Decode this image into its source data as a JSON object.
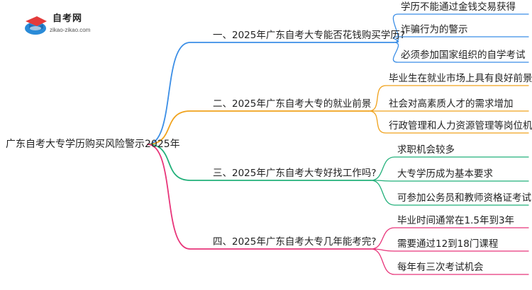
{
  "logo": {
    "title": "自考网",
    "subtitle": "zikao-zikao.com",
    "brand_color": "#2a8bd8",
    "icon": "graduation-cap-icon"
  },
  "root": {
    "label": "广东自考大专学历购买风险警示2025年"
  },
  "branches": [
    {
      "label": "一、2025年广东自考大专能否花钱购买学历?",
      "color": "#3b8ee6",
      "children": [
        {
          "label": "学历不能通过金钱交易获得"
        },
        {
          "label": "诈骗行为的警示"
        },
        {
          "label": "必须参加国家组织的自学考试"
        }
      ]
    },
    {
      "label": "二、2025年广东自考大专的就业前景",
      "color": "#f0a21c",
      "children": [
        {
          "label": "毕业生在就业市场上具有良好前景"
        },
        {
          "label": "社会对高素质人才的需求增加"
        },
        {
          "label": "行政管理和人力资源管理等岗位机会"
        }
      ]
    },
    {
      "label": "三、2025年广东自考大专好找工作吗?",
      "color": "#22b07a",
      "children": [
        {
          "label": "求职机会较多"
        },
        {
          "label": "大专学历成为基本要求"
        },
        {
          "label": "可参加公务员和教师资格证考试"
        }
      ]
    },
    {
      "label": "四、2025年广东自考大专几年能考完?",
      "color": "#e8357a",
      "children": [
        {
          "label": "毕业时间通常在1.5年到3年"
        },
        {
          "label": "需要通过12到18门课程"
        },
        {
          "label": "每年有三次考试机会"
        }
      ]
    }
  ]
}
